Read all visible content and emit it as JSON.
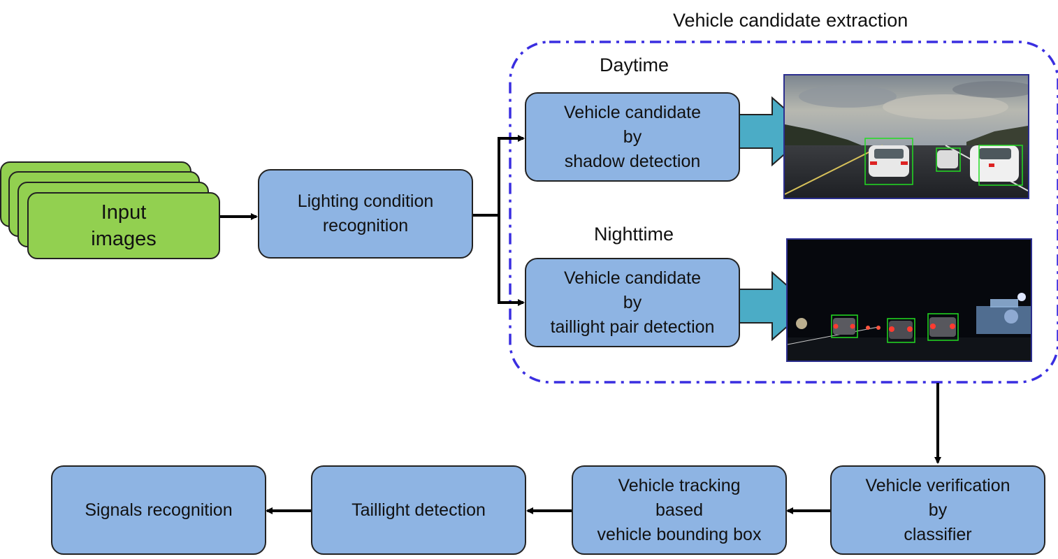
{
  "title": "Vehicle candidate extraction",
  "input": {
    "line1": "Input",
    "line2": "images"
  },
  "lighting": {
    "line1": "Lighting condition",
    "line2": "recognition"
  },
  "daytime": {
    "label": "Daytime",
    "line1": "Vehicle candidate",
    "line2": "by",
    "line3": "shadow detection"
  },
  "nighttime": {
    "label": "Nighttime",
    "line1": "Vehicle candidate",
    "line2": "by",
    "line3": "taillight pair detection"
  },
  "verification": {
    "line1": "Vehicle verification",
    "line2": "by",
    "line3": "classifier"
  },
  "tracking": {
    "line1": "Vehicle tracking",
    "line2": "based",
    "line3": "vehicle bounding box"
  },
  "taillight": {
    "label": "Taillight detection"
  },
  "signals": {
    "label": "Signals recognition"
  },
  "colors": {
    "process_box": "#8eb4e3",
    "input_box": "#92d050",
    "region_border": "#3a2ee0",
    "big_arrow": "#4bacc6",
    "detection_box": "#22dd22"
  }
}
